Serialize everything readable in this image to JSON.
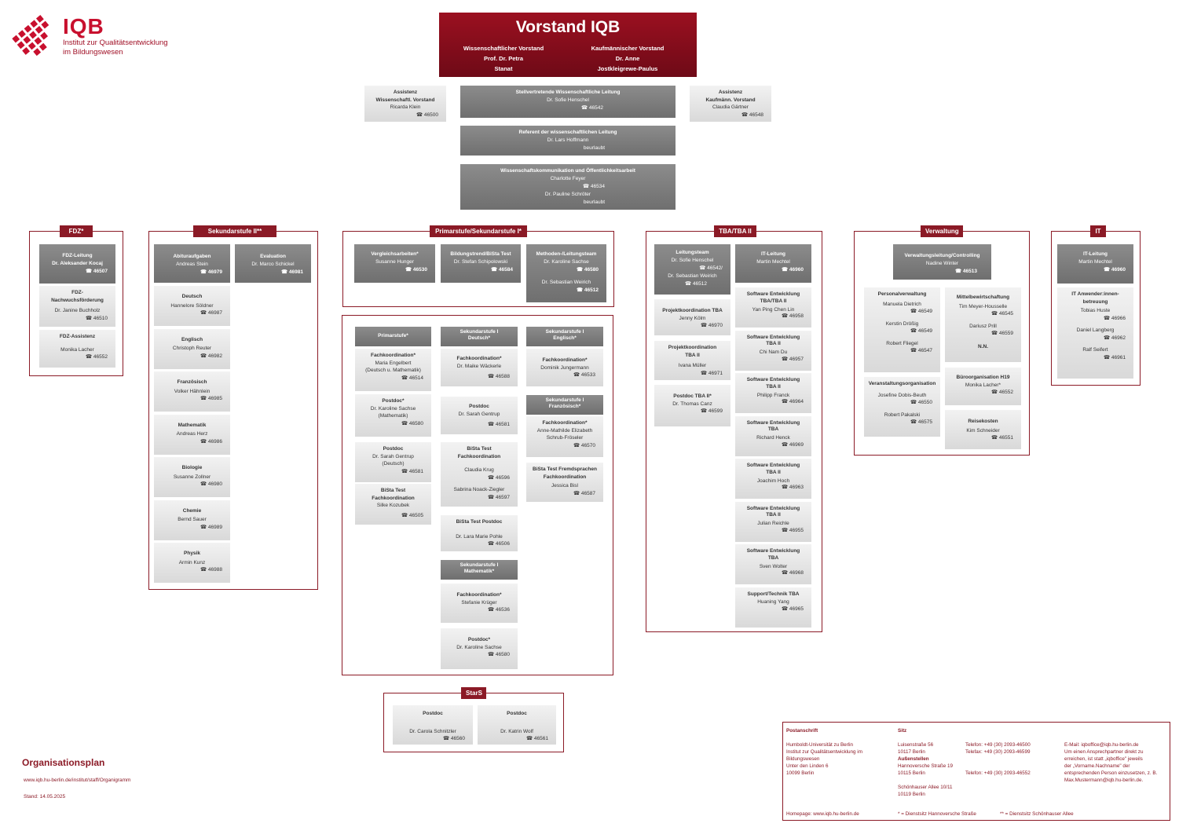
{
  "logo": {
    "title": "IQB",
    "line1": "Institut zur Qualitätsentwicklung",
    "line2": "im Bildungswesen",
    "color": "#c8102e"
  },
  "vorstand": {
    "title": "Vorstand IQB",
    "wiss": {
      "role": "Wissenschaftlicher Vorstand",
      "name1": "Prof. Dr. Petra",
      "name2": "Stanat"
    },
    "kauf": {
      "role": "Kaufmännischer Vorstand",
      "name1": "Dr. Anne",
      "name2": "Jostkleigrewe-Paulus"
    }
  },
  "assistenz_wiss": {
    "t1": "Assistenz",
    "t2": "Wissenschaftl. Vorstand",
    "name": "Ricarda Klein",
    "phone": "46500"
  },
  "assistenz_kauf": {
    "t1": "Assistenz",
    "t2": "Kaufmänn. Vorstand",
    "name": "Claudia Gärtner",
    "phone": "46548"
  },
  "stv": {
    "title": "Stellvertretende Wissenschaftliche Leitung",
    "name": "Dr. Sofie Henschel",
    "phone": "46542"
  },
  "referent": {
    "title": "Referent der wissenschaftlichen Leitung",
    "name": "Dr. Lars Hoffmann",
    "note": "beurlaubt"
  },
  "wisskomm": {
    "title": "Wissenschaftskommunikation und Öffentlichkeitsarbeit",
    "name1": "Charlotte Feyer",
    "phone1": "46534",
    "name2": "Dr. Pauline Schröter",
    "note2": "beurlaubt"
  },
  "fdz": {
    "tag": "FDZ*",
    "leitung": {
      "t": "FDZ-Leitung",
      "name": "Dr. Aleksander Kocaj",
      "phone": "46507"
    },
    "nachwuchs": {
      "t1": "FDZ-",
      "t2": "Nachwuchsförderung",
      "name": "Dr. Janine Buchholz",
      "phone": "46510"
    },
    "assistenz": {
      "t": "FDZ-Assistenz",
      "name": "Monika Lacher",
      "phone": "46552"
    }
  },
  "sek2": {
    "tag": "Sekundarstufe II**",
    "abitur": {
      "t": "Abituraufgaben",
      "name": "Andreas Stein",
      "phone": "46979"
    },
    "evaluation": {
      "t": "Evaluation",
      "name": "Dr. Marco Schickel",
      "phone": "46981"
    },
    "items": [
      {
        "t": "Deutsch",
        "name": "Hannelore Söldner",
        "phone": "46987"
      },
      {
        "t": "Englisch",
        "name": "Christoph Reuter",
        "phone": "46982"
      },
      {
        "t": "Französisch",
        "name": "Volker Hähnlein",
        "phone": "46985"
      },
      {
        "t": "Mathematik",
        "name": "Andreas Herz",
        "phone": "46986"
      },
      {
        "t": "Biologie",
        "name": "Susanne Zollner",
        "phone": "46980"
      },
      {
        "t": "Chemie",
        "name": "Bernd Sauer",
        "phone": "46989"
      },
      {
        "t": "Physik",
        "name": "Armin Kunz",
        "phone": "46988"
      }
    ]
  },
  "prim": {
    "tag": "Primarstufe/Sekundarstufe I*",
    "vergleich": {
      "t": "Vergleichsarbeiten*",
      "name": "Susanne Hunger",
      "phone": "46530"
    },
    "bildung": {
      "t": "Bildungstrend/BiSta Test",
      "name": "Dr. Stefan Schipolowski",
      "phone": "46584"
    },
    "methoden": {
      "t": "Methoden-/Leitungsteam",
      "name1": "Dr. Karoline Sachse",
      "phone1": "46580",
      "name2": "Dr. Sebastian Weirich",
      "phone2": "46512"
    }
  },
  "primar": {
    "h": "Primarstufe*",
    "fach": {
      "t": "Fachkoordination*",
      "name": "Maria Engelbert",
      "sub": "(Deutsch u. Mathematik)",
      "phone": "46514"
    },
    "postdoc1": {
      "t": "Postdoc*",
      "name": "Dr. Karoline Sachse",
      "sub": "(Mathematik)",
      "phone": "46580"
    },
    "postdoc2": {
      "t": "Postdoc",
      "name": "Dr. Sarah Gentrup",
      "sub": "(Deutsch)",
      "phone": "46581"
    },
    "bista": {
      "t1": "BiSta Test",
      "t2": "Fachkoordination",
      "name": "Silke Kozubek",
      "phone": "46505"
    }
  },
  "deutsch": {
    "h1": "Sekundarstufe I",
    "h2": "Deutsch*",
    "fach": {
      "t": "Fachkoordination*",
      "name": "Dr. Maike Wäckerle",
      "phone": "46588"
    },
    "postdoc": {
      "t": "Postdoc",
      "name": "Dr. Sarah Gentrup",
      "phone": "46581"
    },
    "bista": {
      "t1": "BiSta Test",
      "t2": "Fachkoordination",
      "name1": "Claudia Krug",
      "phone1": "46596",
      "name2": "Sabrina Noack-Ziegler",
      "phone2": "46597"
    },
    "bistapd": {
      "t": "BiSta Test Postdoc",
      "name": "Dr. Lara Marie Pohle",
      "phone": "46506"
    }
  },
  "mathe": {
    "h1": "Sekundarstufe I",
    "h2": "Mathematik*",
    "fach": {
      "t": "Fachkoordination*",
      "name": "Stefanie Krüger",
      "phone": "46536"
    },
    "postdoc": {
      "t": "Postdoc*",
      "name": "Dr. Karoline Sachse",
      "phone": "46580"
    }
  },
  "englisch": {
    "h1": "Sekundarstufe I",
    "h2": "Englisch*",
    "fach": {
      "t": "Fachkoordination*",
      "name": "Dominik Jungermann",
      "phone": "46533"
    }
  },
  "franz": {
    "h1": "Sekundarstufe I",
    "h2": "Französisch*",
    "fach": {
      "t": "Fachkoordination*",
      "name1": "Anne-Mathilde Elizabeth",
      "name2": "Schrub-Fröseler",
      "phone": "46570"
    },
    "bista": {
      "t1": "BiSta Test Fremdsprachen",
      "t2": "Fachkoordination",
      "name": "Jessica Bisl",
      "phone": "46587"
    }
  },
  "stars": {
    "tag": "StarS",
    "p1": {
      "t": "Postdoc",
      "name": "Dr. Carola Schnitzler",
      "phone": "46560"
    },
    "p2": {
      "t": "Postdoc",
      "name": "Dr. Katrin Wolf",
      "phone": "46561"
    }
  },
  "tba": {
    "tag": "TBA/TBA II",
    "leitung": {
      "t": "Leitungsteam",
      "name1": "Dr. Sofie Henschel",
      "phone1": "46542/",
      "name2": "Dr. Sebastian Weirich",
      "phone2": "46512"
    },
    "itl": {
      "t": "IT-Leitung",
      "name": "Martin Mechtel",
      "phone": "46960"
    },
    "pk": {
      "t": "Projektkoordination TBA",
      "name": "Jenny Kölm",
      "phone": "46970"
    },
    "pk2": {
      "t1": "Projektkoordination",
      "t2": "TBA II",
      "name": "Ivana Müller",
      "phone": "46971"
    },
    "pd": {
      "t": "Postdoc TBA II*",
      "name": "Dr. Thomas Canz",
      "phone": "46599"
    },
    "sw": [
      {
        "t1": "Software Entwicklung",
        "t2": "TBA/TBA II",
        "name": "Yan Ping Chen Lin",
        "phone": "46958"
      },
      {
        "t1": "Software Entwicklung",
        "t2": "TBA II",
        "name": "Chi Nam Du",
        "phone": "46957"
      },
      {
        "t1": "Software Entwicklung",
        "t2": "TBA II",
        "name": "Philipp Franck",
        "phone": "46964"
      },
      {
        "t1": "Software Entwicklung",
        "t2": "TBA",
        "name": "Richard Henck",
        "phone": "46969"
      },
      {
        "t1": "Software Entwicklung",
        "t2": "TBA II",
        "name": "Joachim Hoch",
        "phone": "46963"
      },
      {
        "t1": "Software Entwicklung",
        "t2": "TBA II",
        "name": "Julian Reichle",
        "phone": "46955"
      },
      {
        "t1": "Software Entwicklung",
        "t2": "TBA",
        "name": "Sven Wolter",
        "phone": "46968"
      },
      {
        "t1": "Support/Technik TBA",
        "t2": "",
        "name": "Huaning Yang",
        "phone": "46965"
      }
    ]
  },
  "verw": {
    "tag": "Verwaltung",
    "leitung": {
      "t": "Verwaltungsleitung/Controlling",
      "name": "Nadine Winter",
      "phone": "46513"
    },
    "personal": {
      "t": "Personalverwaltung",
      "n1": "Manuela Dietrich",
      "p1": "46549",
      "n2": "Kerstin Drößig",
      "p2": "46549",
      "n3": "Robert Fliegel",
      "p3": "46547"
    },
    "mittel": {
      "t": "Mittelbewirtschaftung",
      "n1": "Tim Meyer-Housselle",
      "p1": "46545",
      "n2": "Dariusz Prill",
      "p2": "46559",
      "n3": "N.N."
    },
    "veranst": {
      "t": "Veranstaltungsorganisation",
      "n1": "Josefine Dobis-Beuth",
      "p1": "46550",
      "n2": "Robert Pakalski",
      "p2": "46575"
    },
    "buero": {
      "t": "Büroorganisation H19",
      "name": "Monika Lacher*",
      "phone": "46552"
    },
    "reise": {
      "t": "Reisekosten",
      "name": "Kim Schneider",
      "phone": "46551"
    }
  },
  "it": {
    "tag": "IT",
    "leitung": {
      "t": "IT-Leitung",
      "name": "Martin Mechtel",
      "phone": "46960"
    },
    "anw": {
      "t1": "IT Anwender:innen-",
      "t2": "betreuung",
      "n1": "Tobias Huste",
      "p1": "46966",
      "n2": "Daniel Langberg",
      "p2": "46962",
      "n3": "Ralf Seifert",
      "p3": "46961"
    }
  },
  "orgplan": {
    "title": "Organisationsplan",
    "url": "www.iqb.hu-berlin.de/institut/staff/Organigramm",
    "stand": "Stand: 14.05.2025"
  },
  "footer": {
    "post_h": "Postanschrift",
    "post1": "Humboldt-Universität zu Berlin",
    "post2": "Institut zur Qualitätsentwicklung im",
    "post3": "Bildungswesen",
    "post4": "Unter den Linden 6",
    "post5": "10099 Berlin",
    "sitz_h": "Sitz",
    "sitz1": "Luisenstraße 56",
    "sitz2": "10117 Berlin",
    "aussen_h": "Außenstellen",
    "aussen1": "Hannoversche Straße 19",
    "aussen2": "10115 Berlin",
    "aussen3": "Schönhauser Allee 10/11",
    "aussen4": "10119 Berlin",
    "tel1": "Telefon: +49 (30) 2093-46500",
    "fax": "Telefax: +49 (30) 2093-46599",
    "tel2": "Telefon: +49 (30) 2093-46552",
    "email": "E-Mail: iqboffice@iqb.hu-berlin.de",
    "hint1": "Um einen Ansprechpartner direkt zu",
    "hint2": "erreichen, ist statt „iqboffice\" jeweils",
    "hint3": "der „Vorname.Nachname\" der",
    "hint4": "entsprechenden Person einzusetzen, z. B.",
    "hint5": "Max.Mustermann@iqb.hu-berlin.de.",
    "homepage": "Homepage: www.iqb.hu-berlin.de",
    "note1": "* = Dienstsitz Hannoversche Straße",
    "note2": "** = Dienstsitz Schönhauser Allee"
  }
}
